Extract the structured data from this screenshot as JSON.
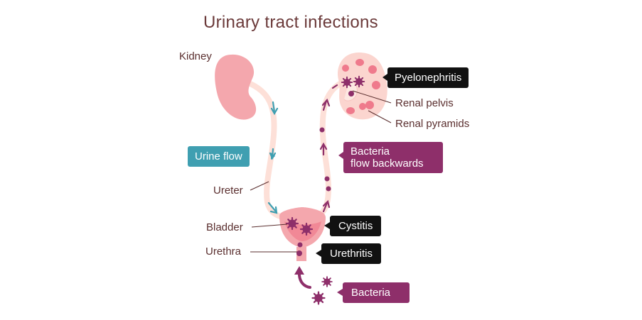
{
  "title": "Urinary tract infections",
  "labels": {
    "kidney": "Kidney",
    "ureter": "Ureter",
    "bladder": "Bladder",
    "urethra": "Urethra",
    "renal_pelvis": "Renal pelvis",
    "renal_pyramids": "Renal pyramids"
  },
  "tags": {
    "pyelonephritis": "Pyelonephritis",
    "urine_flow": "Urine flow",
    "bacteria_flow_line1": "Bacteria",
    "bacteria_flow_line2": "flow backwards",
    "cystitis": "Cystitis",
    "urethritis": "Urethritis",
    "bacteria": "Bacteria"
  },
  "colors": {
    "title": "#6b3a3a",
    "kidney_fill": "#f4a7ad",
    "kidney_light": "#fbd5cf",
    "pyramid": "#ef7a8c",
    "ureter": "#fde0d8",
    "teal": "#3f9fb1",
    "plum": "#8e2f6a",
    "bacteria": "#8e2f6a",
    "black_tag": "#111111"
  }
}
